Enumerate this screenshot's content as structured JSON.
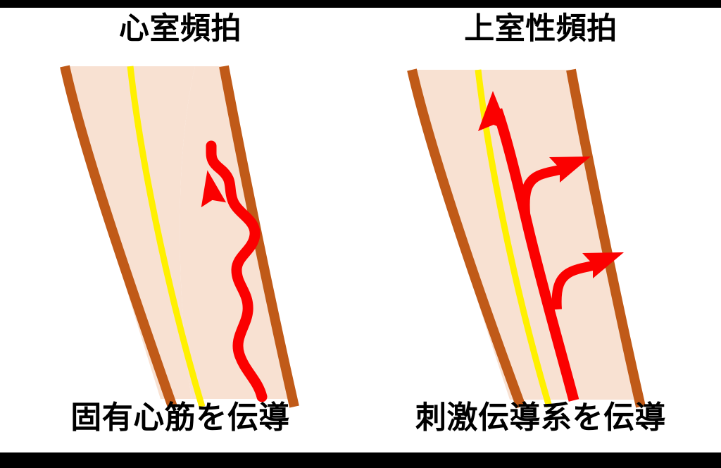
{
  "figure": {
    "background_color": "#ffffff",
    "letterbox_color": "#000000",
    "panel_count": 2
  },
  "palette": {
    "wall_outline": "#C05A18",
    "myocardium_fill": "#F8E1D2",
    "conduction_fiber": "#FFF000",
    "impulse_red": "#FB0000",
    "text": "#000000"
  },
  "panels": [
    {
      "id": "ventricular-tachycardia",
      "title": "心室頻拍",
      "caption": "固有心筋を伝導",
      "impulse_path_type": "zigzag-slow",
      "arrow_count": 1,
      "arrow_labels": [
        "zigzag-impulse-arrow"
      ]
    },
    {
      "id": "supraventricular-tachycardia",
      "title": "上室性頻拍",
      "caption": "刺激伝導系を伝導",
      "impulse_path_type": "fast-along-conduction-system",
      "arrow_count": 3,
      "arrow_labels": [
        "main-impulse-arrow",
        "branch-impulse-arrow-upper",
        "branch-impulse-arrow-lower"
      ]
    }
  ],
  "anatomy": {
    "outer_wall_label": "myocardial-wall-outline",
    "inner_fill_label": "myocardium",
    "fiber_label": "purkinje-conduction-fiber"
  }
}
